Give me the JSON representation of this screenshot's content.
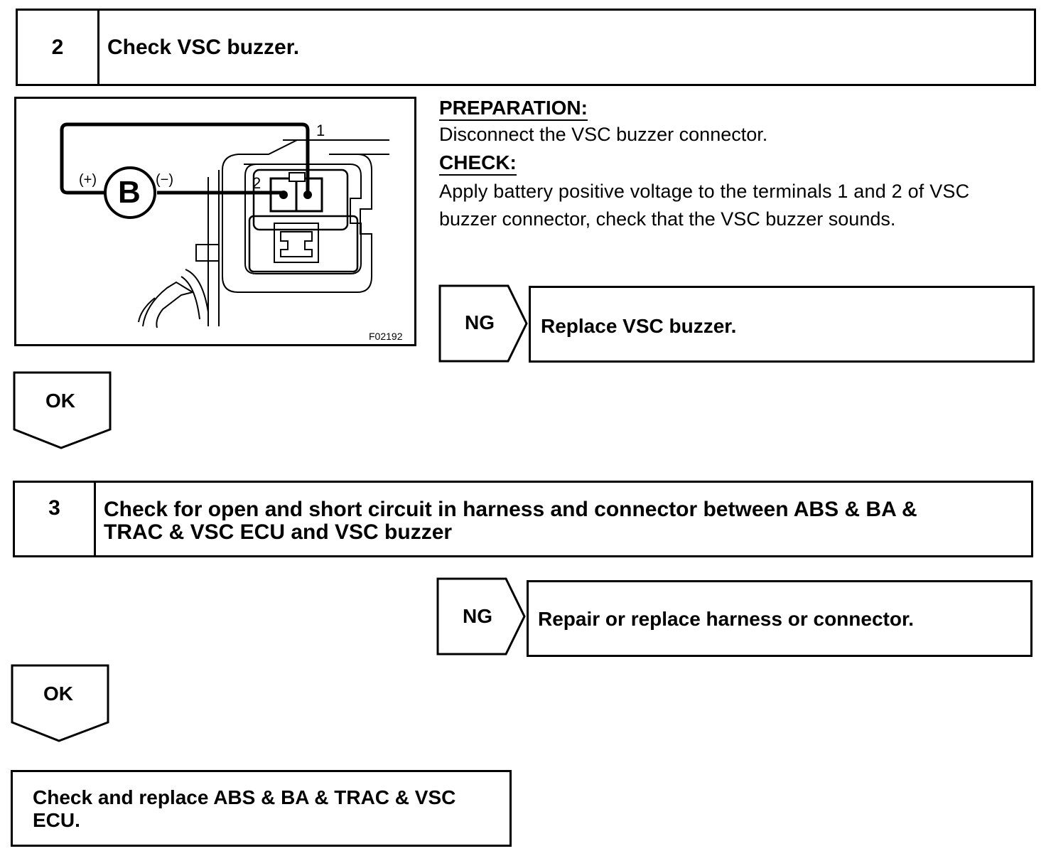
{
  "step2": {
    "number": "2",
    "title": "Check VSC buzzer."
  },
  "figure": {
    "code": "F02192",
    "labels": {
      "terminal1": "1",
      "terminal2": "2",
      "plus": "(+)",
      "minus": "(−)",
      "battery": "B"
    }
  },
  "instructions": {
    "preparation_heading": "PREPARATION:",
    "preparation_text": "Disconnect the VSC buzzer connector.",
    "check_heading": "CHECK:",
    "check_line1": "Apply battery positive voltage to the terminals 1 and 2 of VSC",
    "check_line2": "buzzer connector, check that the VSC buzzer sounds."
  },
  "step2_ng": {
    "label": "NG",
    "action": "Replace VSC buzzer."
  },
  "step2_ok": {
    "label": "OK"
  },
  "step3": {
    "number": "3",
    "title_line1": "Check for open and short circuit in harness and connector between ABS & BA &",
    "title_line2": "TRAC & VSC ECU and VSC buzzer"
  },
  "step3_ng": {
    "label": "NG",
    "action": "Repair or replace harness or connector."
  },
  "step3_ok": {
    "label": "OK"
  },
  "final": {
    "line1": "Check and replace ABS & BA & TRAC & VSC",
    "line2": "ECU."
  }
}
